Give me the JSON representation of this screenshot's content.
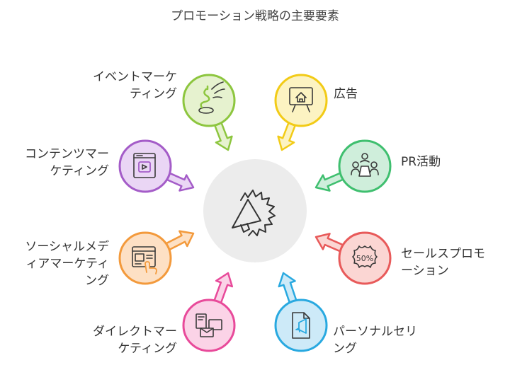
{
  "title": "プロモーション戦略の主要要素",
  "items": [
    {
      "key": "event",
      "label_lines": [
        "イベントマーケ",
        "ティング"
      ],
      "color": "#8dc63f",
      "fill": "#e6f2cf",
      "icon": "spring-icon"
    },
    {
      "key": "ad",
      "label_lines": [
        "広告"
      ],
      "color": "#f2cb17",
      "fill": "#fcf3c2",
      "icon": "billboard-house-icon"
    },
    {
      "key": "pr",
      "label_lines": [
        "PR活動"
      ],
      "color": "#3fbf6f",
      "fill": "#cfeedb",
      "icon": "people-meeting-icon"
    },
    {
      "key": "sales",
      "label_lines": [
        "セールスプロモ",
        "ーション"
      ],
      "color": "#e85a5a",
      "fill": "#fbd6d3",
      "icon": "percent-badge-icon",
      "icon_text": "50%"
    },
    {
      "key": "personal",
      "label_lines": [
        "パーソナルセリ",
        "ング"
      ],
      "color": "#29a9e0",
      "fill": "#cdeaf8",
      "icon": "megaphone-document-icon"
    },
    {
      "key": "direct",
      "label_lines": [
        "ダイレクトマー",
        "ケティング"
      ],
      "color": "#e84a9a",
      "fill": "#fbd3e7",
      "icon": "mail-cards-icon"
    },
    {
      "key": "social",
      "label_lines": [
        "ソーシャルメデ",
        "ィアマーケティ",
        "ング"
      ],
      "color": "#f39a3c",
      "fill": "#fde0c4",
      "icon": "touch-screen-icon"
    },
    {
      "key": "content",
      "label_lines": [
        "コンテンツマー",
        "ケティング"
      ],
      "color": "#a45cc8",
      "fill": "#ead6f5",
      "icon": "video-book-icon"
    }
  ],
  "center": {
    "icon": "megaphone-center-icon",
    "fill": "#ececec"
  }
}
